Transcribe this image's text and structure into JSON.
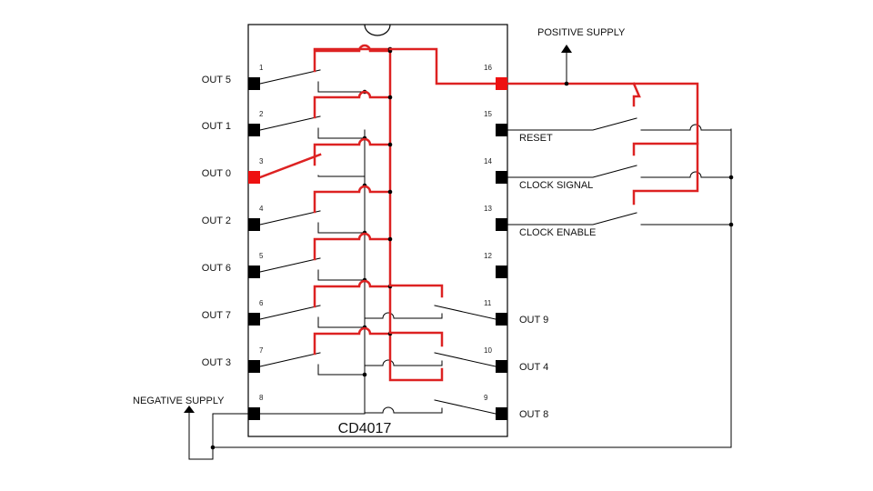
{
  "chip": {
    "name": "CD4017"
  },
  "supplies": {
    "positive": "POSITIVE SUPPLY",
    "negative": "NEGATIVE SUPPLY"
  },
  "left_pins": [
    {
      "num": "1",
      "label": "OUT 5",
      "active": false
    },
    {
      "num": "2",
      "label": "OUT 1",
      "active": false
    },
    {
      "num": "3",
      "label": "OUT 0",
      "active": true
    },
    {
      "num": "4",
      "label": "OUT 2",
      "active": false
    },
    {
      "num": "5",
      "label": "OUT 6",
      "active": false
    },
    {
      "num": "6",
      "label": "OUT 7",
      "active": false
    },
    {
      "num": "7",
      "label": "OUT 3",
      "active": false
    },
    {
      "num": "8",
      "label": "",
      "active": false
    }
  ],
  "right_pins": [
    {
      "num": "16",
      "label": "",
      "active": true
    },
    {
      "num": "15",
      "label": "RESET",
      "active": false
    },
    {
      "num": "14",
      "label": "CLOCK SIGNAL",
      "active": false
    },
    {
      "num": "13",
      "label": "CLOCK ENABLE",
      "active": false
    },
    {
      "num": "12",
      "label": "",
      "active": false
    },
    {
      "num": "11",
      "label": "OUT 9",
      "active": false
    },
    {
      "num": "10",
      "label": "OUT 4",
      "active": false
    },
    {
      "num": "9",
      "label": "OUT 8",
      "active": false
    }
  ],
  "colors": {
    "wire": "#000000",
    "energized": "#dd2222",
    "pin": "#000000",
    "pin_active": "#ee1111"
  }
}
